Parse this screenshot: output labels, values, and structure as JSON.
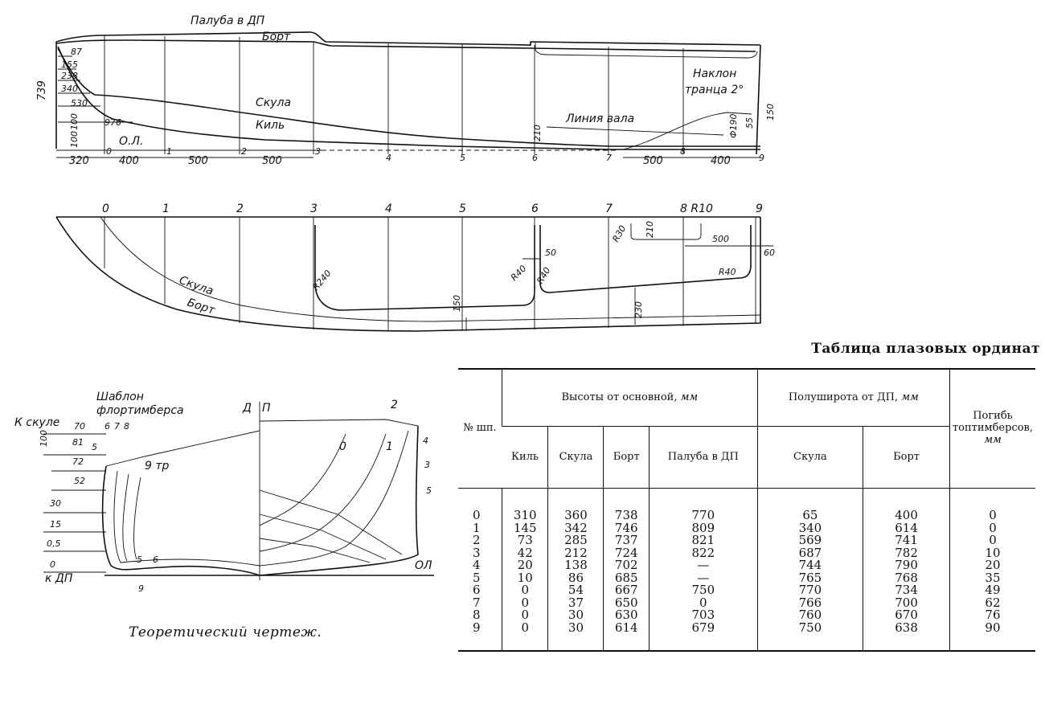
{
  "profile": {
    "labels": {
      "deck_cl": "Палуба в ДП",
      "side": "Борт",
      "chine": "Скула",
      "keel": "Киль",
      "base": "О.Л.",
      "shaft": "Линия вала",
      "transom": "Наклон",
      "transom2": "транца 2°"
    },
    "dims": {
      "total_height": "739",
      "d87": "87",
      "d155": "155",
      "d238": "238",
      "d340": "340",
      "d530": "530",
      "d976": "976",
      "d100a": "100",
      "d100b": "100",
      "d210": "210",
      "d190": "Ф190",
      "d55": "55",
      "d150": "150",
      "d320": "320",
      "d400": "400",
      "d500a": "500",
      "d500b": "500",
      "d500c": "500",
      "d400b": "400"
    },
    "stations": [
      "0",
      "1",
      "2",
      "3",
      "4",
      "5",
      "6",
      "7",
      "8",
      "9"
    ]
  },
  "plan": {
    "stations": [
      "0",
      "1",
      "2",
      "3",
      "4",
      "5",
      "6",
      "7",
      "8 R10",
      "9"
    ],
    "labels": {
      "chine": "Скула",
      "side": "Борт"
    },
    "dims": {
      "r240": "R240",
      "r40a": "R40",
      "r40b": "R40",
      "r40c": "R40",
      "r30": "R30",
      "d50": "50",
      "d150": "150",
      "d230": "230",
      "d210": "210",
      "d500": "500",
      "d60": "60"
    }
  },
  "body_plan": {
    "template_label": "Шаблон",
    "template_label2": "флортимберса",
    "to_chine": "К скуле",
    "to_cl": "к ДП",
    "cl_label_d": "Д",
    "cl_label_p": "П",
    "base": "ОЛ",
    "tr_label": "9 тр",
    "left_dims": [
      "100",
      "70",
      "81",
      "5",
      "72",
      "52",
      "30",
      "15",
      "0,5",
      "0"
    ],
    "left_station_labels": [
      "6",
      "7",
      "8",
      "5",
      "6",
      "9"
    ],
    "right_station_labels": [
      "2",
      "0",
      "1",
      "4",
      "3",
      "5"
    ]
  },
  "caption": "Теоретический чертеж.",
  "table": {
    "title": "Таблица плазовых ординат",
    "headers": {
      "station": "№ шп.",
      "heights_group": "Высоты от основной,",
      "heights_unit": "мм",
      "keel": "Киль",
      "chine": "Скула",
      "side": "Борт",
      "deck_cl": "Палуба в ДП",
      "halfbreadth_group": "Полуширота от ДП,",
      "halfbreadth_unit": "мм",
      "hb_chine": "Скула",
      "hb_side": "Борт",
      "camber": "Погибь топтимберсов,",
      "camber_unit": "мм"
    },
    "rows": [
      [
        "0",
        "310",
        "360",
        "738",
        "770",
        "65",
        "400",
        "0"
      ],
      [
        "1",
        "145",
        "342",
        "746",
        "809",
        "340",
        "614",
        "0"
      ],
      [
        "2",
        "73",
        "285",
        "737",
        "821",
        "569",
        "741",
        "0"
      ],
      [
        "3",
        "42",
        "212",
        "724",
        "822",
        "687",
        "782",
        "10"
      ],
      [
        "4",
        "20",
        "138",
        "702",
        "—",
        "744",
        "790",
        "20"
      ],
      [
        "5",
        "10",
        "86",
        "685",
        "—",
        "765",
        "768",
        "35"
      ],
      [
        "6",
        "0",
        "54",
        "667",
        "750",
        "770",
        "734",
        "49"
      ],
      [
        "7",
        "0",
        "37",
        "650",
        "0",
        "766",
        "700",
        "62"
      ],
      [
        "8",
        "0",
        "30",
        "630",
        "703",
        "760",
        "670",
        "76"
      ],
      [
        "9",
        "0",
        "30",
        "614",
        "679",
        "750",
        "638",
        "90"
      ]
    ]
  }
}
